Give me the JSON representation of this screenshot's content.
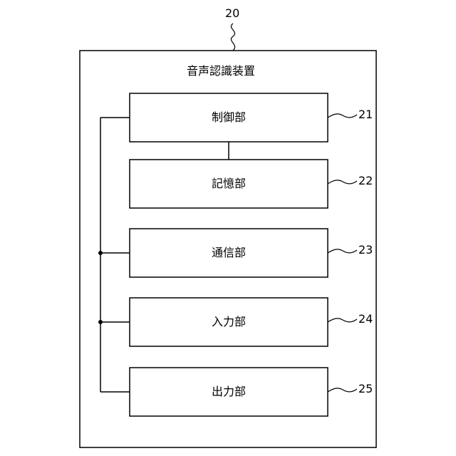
{
  "device": {
    "ref": "20",
    "title": "音声認識装置"
  },
  "units": [
    {
      "label": "制御部",
      "ref": "21"
    },
    {
      "label": "記憶部",
      "ref": "22"
    },
    {
      "label": "通信部",
      "ref": "23"
    },
    {
      "label": "入力部",
      "ref": "24"
    },
    {
      "label": "出力部",
      "ref": "25"
    }
  ]
}
